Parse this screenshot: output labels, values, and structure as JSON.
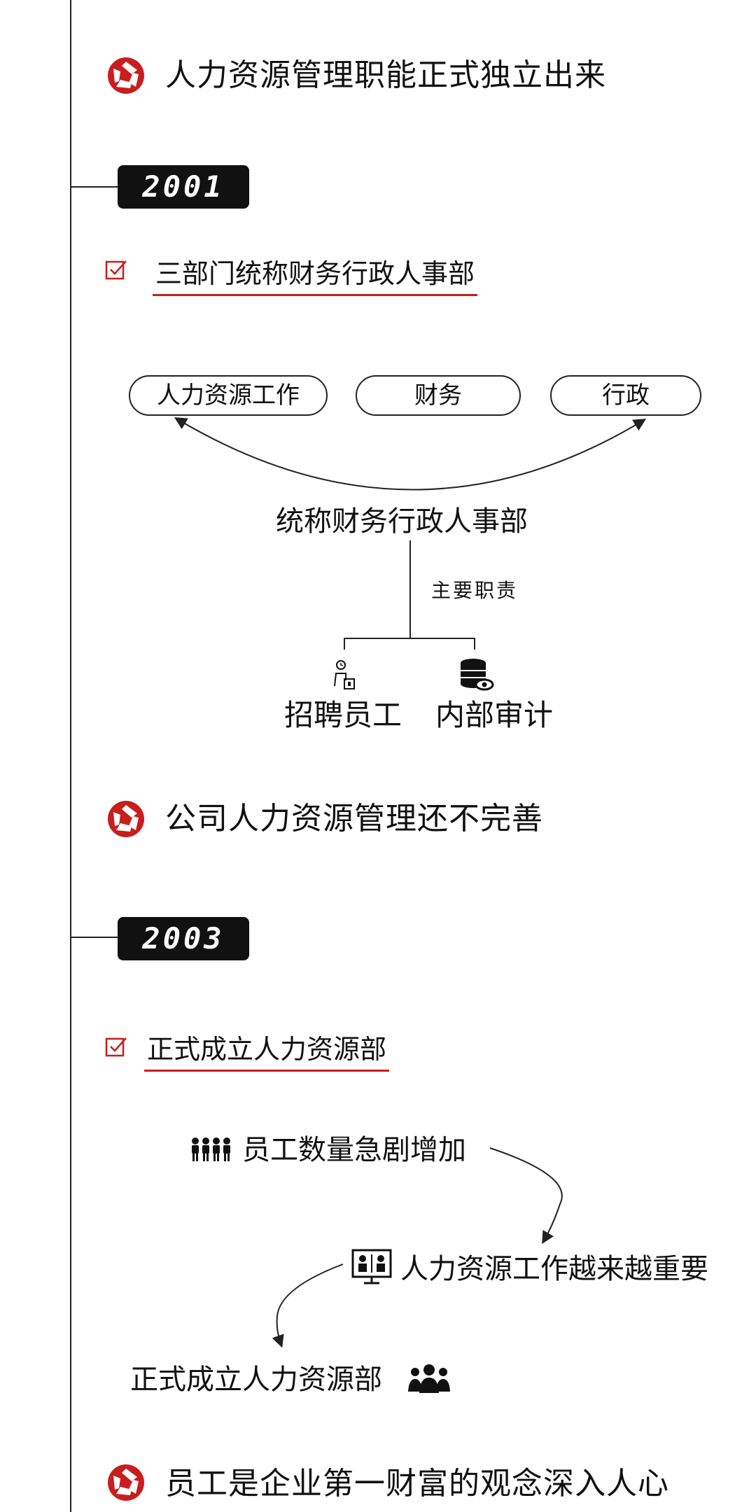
{
  "sections": [
    {
      "heading": "人力资源管理职能正式独立出来"
    },
    {
      "heading": "公司人力资源管理还不完善"
    },
    {
      "heading": "员工是企业第一财富的观念深入人心"
    }
  ],
  "milestones": [
    {
      "year": "2001",
      "title": "三部门统称财务行政人事部",
      "diagram": {
        "departments": [
          "人力资源工作",
          "财务",
          "行政"
        ],
        "merged_name": "统称财务行政人事部",
        "branch_label": "主要职责",
        "duties": [
          {
            "label": "招聘员工",
            "icon": "recruit-icon"
          },
          {
            "label": "内部审计",
            "icon": "database-eye-icon"
          }
        ]
      }
    },
    {
      "year": "2003",
      "title": "正式成立人力资源部",
      "flow": [
        {
          "text": "员工数量急剧增加",
          "icon": "people-group-icon"
        },
        {
          "text": "人力资源工作越来越重要",
          "icon": "presentation-board-icon"
        },
        {
          "text": "正式成立人力资源部",
          "icon": "team-icon"
        }
      ]
    }
  ],
  "colors": {
    "accent": "#c81e1e",
    "dark": "#111111",
    "line": "#222222"
  }
}
